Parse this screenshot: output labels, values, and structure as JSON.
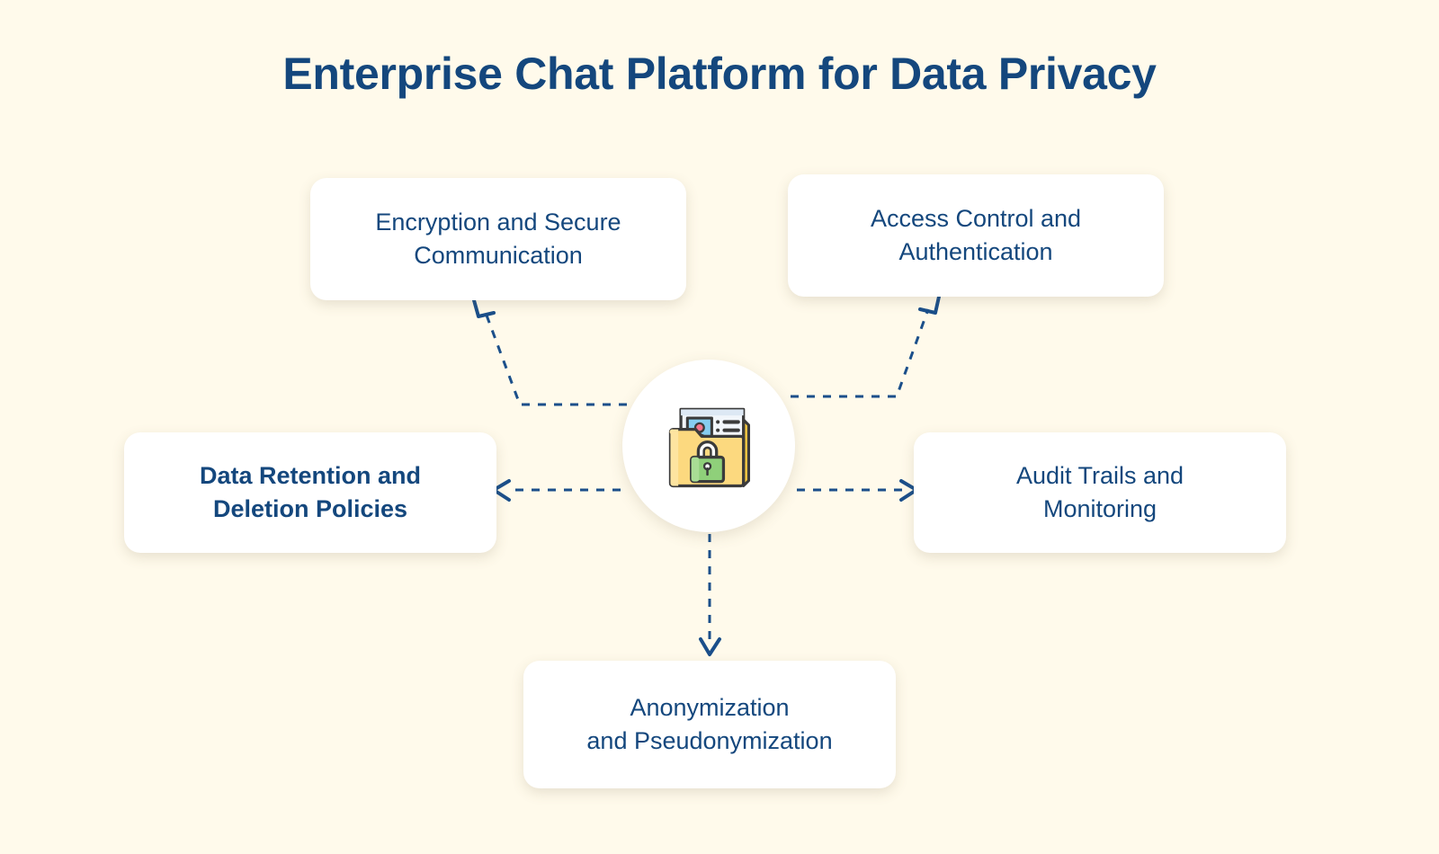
{
  "theme": {
    "background": "#fffaeb",
    "card_background": "#ffffff",
    "text_navy": "#14477d",
    "connector_navy": "#1b4f8a",
    "folder_yellow": "#fcd97f",
    "folder_yellow_light": "#fde4a0",
    "folder_yellow_dark": "#f5c842",
    "lock_green": "#8fd07a",
    "lock_green_light": "#a9dd95",
    "photo_blue": "#86cdf0",
    "photo_blue_light": "#a6ddf6",
    "person_pink": "#f4738b",
    "outline_dark": "#3b3b3b",
    "paper_white": "#f2f6fb"
  },
  "header": {
    "title": "Enterprise Chat Platform for Data Privacy"
  },
  "center": {
    "icon_name": "locked-folder-with-personal-data-icon",
    "description": "Folder with identity document and padlock"
  },
  "nodes": [
    {
      "id": "encryption",
      "label": "Encryption and Secure\nCommunication",
      "position": "top-left",
      "connector": "elbow-up-left",
      "emphasis": "regular"
    },
    {
      "id": "access-control",
      "label": "Access Control and\nAuthentication",
      "position": "top-right",
      "connector": "elbow-up-right",
      "emphasis": "regular"
    },
    {
      "id": "data-retention",
      "label": "Data Retention and\nDeletion Policies",
      "position": "left",
      "connector": "straight-left",
      "emphasis": "strong"
    },
    {
      "id": "audit-trails",
      "label": "Audit Trails and\nMonitoring",
      "position": "right",
      "connector": "straight-right",
      "emphasis": "regular"
    },
    {
      "id": "anonymization",
      "label": "Anonymization\nand Pseudonymization",
      "position": "bottom",
      "connector": "straight-down",
      "emphasis": "regular"
    }
  ],
  "connectors": {
    "style": "dashed",
    "arrowhead": "open-chevron",
    "color": "#1b4f8a",
    "width": 3,
    "dash": "9 9"
  }
}
